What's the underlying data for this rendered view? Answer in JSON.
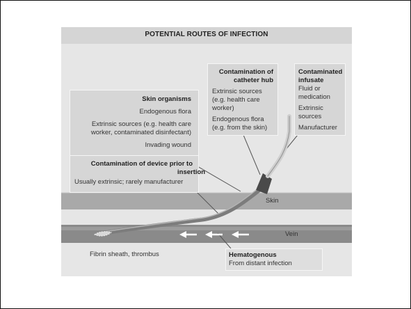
{
  "title": "POTENTIAL ROUTES OF INFECTION",
  "skin_organisms": {
    "heading": "Skin organisms",
    "lines": [
      "Endogenous flora",
      "Extrinsic sources (e.g. health care",
      "worker, contaminated disinfectant)",
      "Invading wound"
    ]
  },
  "catheter_hub": {
    "heading": [
      "Contamination of",
      "catheter hub"
    ],
    "lines": [
      "Extrinsic sources",
      "(e.g. health care",
      "worker)",
      "Endogenous flora",
      "(e.g. from the skin)"
    ]
  },
  "infusate": {
    "heading": [
      "Contaminated",
      "infusate"
    ],
    "lines": [
      "Fluid or",
      "medication",
      "Extrinsic",
      "sources",
      "Manufacturer"
    ]
  },
  "device": {
    "heading": [
      "Contamination of device prior to",
      "insertion"
    ],
    "lines": [
      "Usually extrinsic; rarely manufacturer"
    ]
  },
  "hematogenous": {
    "heading": "Hematogenous",
    "lines": [
      "From distant infection"
    ]
  },
  "labels": {
    "skin": "Skin",
    "vein": "Vein",
    "fibrin": "Fibrin sheath, thrombus"
  },
  "colors": {
    "skin_layer": "#a9a9a9",
    "vein": "#8a8a8a",
    "catheter": "#7c7c7c",
    "hub": "#4a4a4a",
    "box_fill": "#d6d6d6",
    "arrow": "#ffffff"
  }
}
